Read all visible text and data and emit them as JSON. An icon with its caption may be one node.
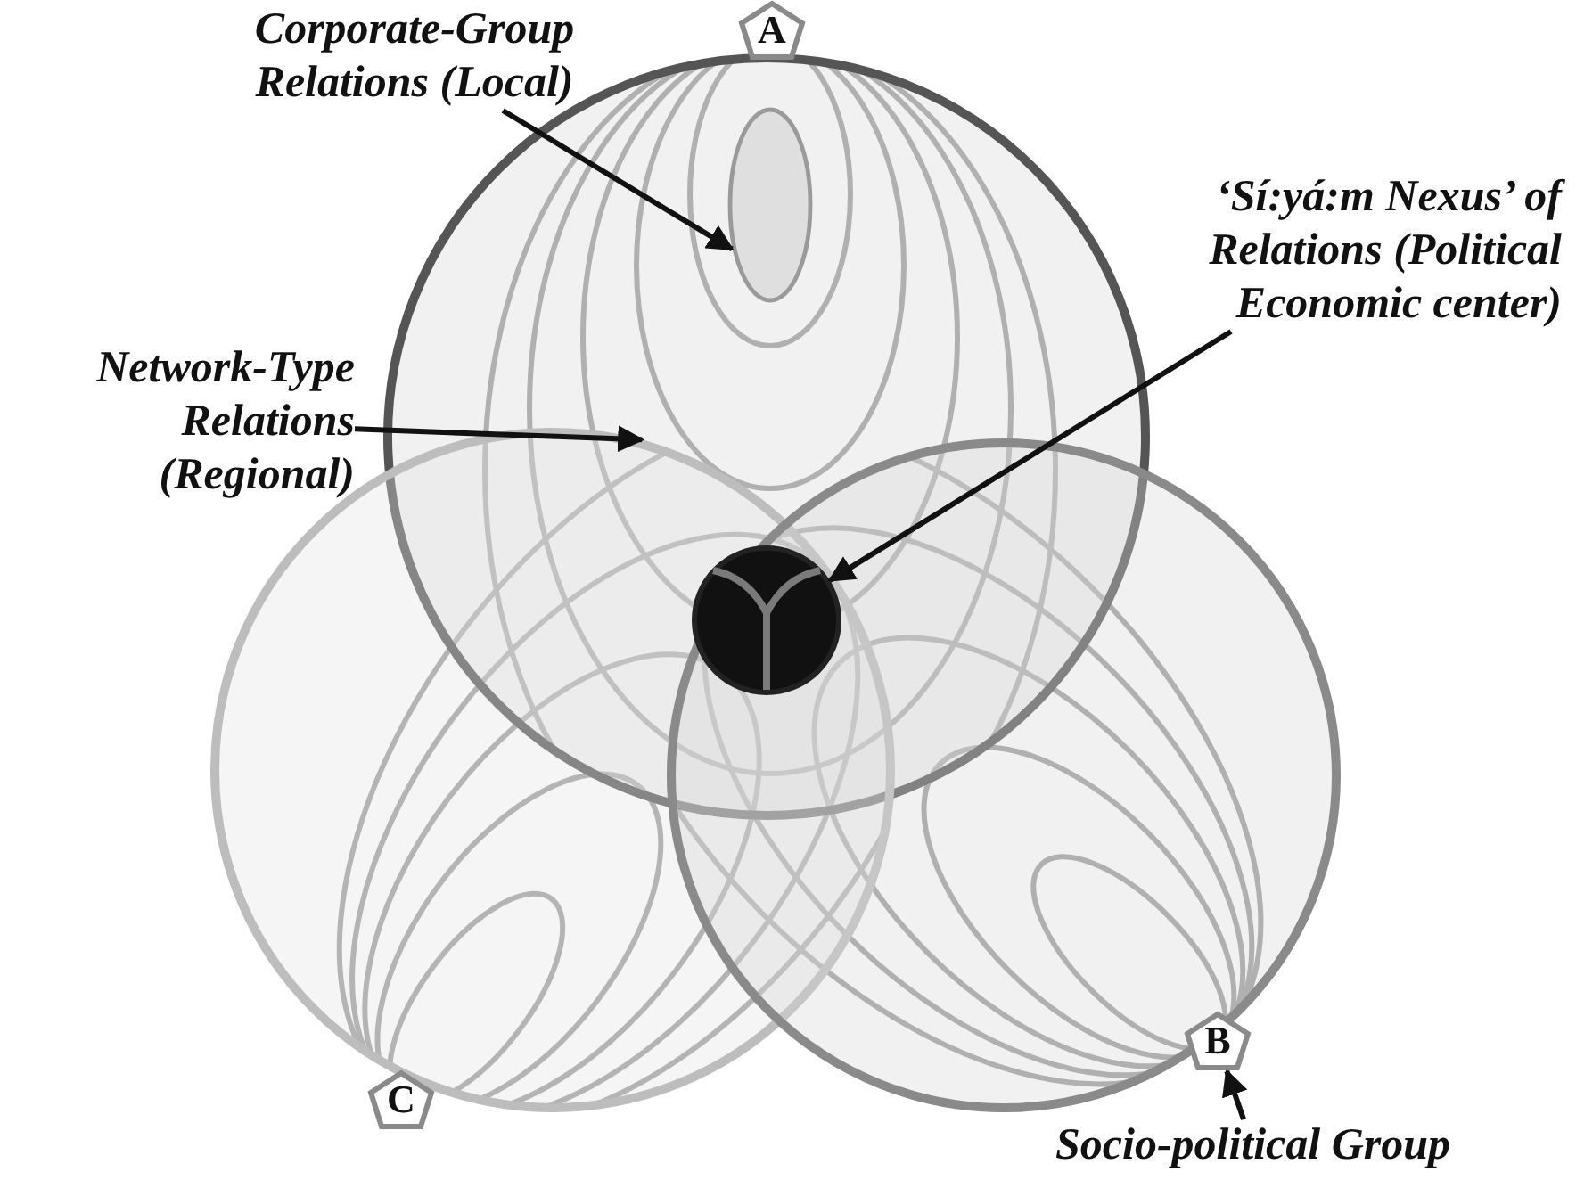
{
  "diagram": {
    "nodes": [
      {
        "text": [
          "A"
        ]
      },
      {
        "text": [
          "Corporate-Group Relations (Local)"
        ]
      },
      {
        "text": [
          "‘Sí:yá:m Nexus’ of Relations (Political Economic center)"
        ]
      },
      {
        "text": [
          "Network-Type Relations (Regional)"
        ]
      },
      {
        "text": [],
        "shape": "circle"
      },
      {
        "text": [],
        "shape": "ellipse",
        "in": 4
      },
      {
        "text": [],
        "shape": "circle"
      },
      {
        "text": [],
        "shape": "circle"
      },
      {
        "text": [],
        "shape": "circle"
      },
      {
        "text": [
          "C"
        ]
      },
      {
        "text": [
          "B"
        ]
      },
      {
        "text": [
          "Socio-political Group"
        ]
      }
    ],
    "edges": [
      {
        "from": 1,
        "to": 5,
        "arrow": "to"
      },
      {
        "from": 3,
        "to": 6,
        "arrow": "to"
      },
      {
        "from": 2,
        "to": 8,
        "arrow": "to"
      },
      {
        "from": 11,
        "to": 10,
        "arrow": "to"
      }
    ]
  }
}
